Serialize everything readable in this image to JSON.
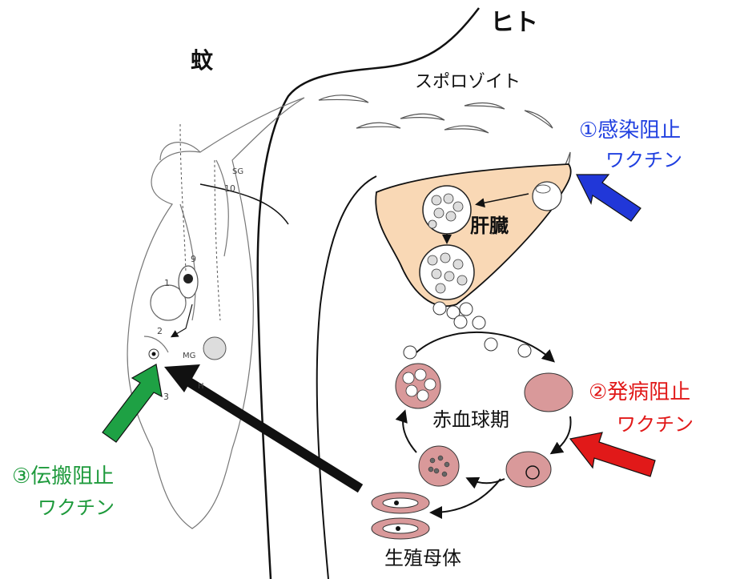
{
  "labels": {
    "mosquito": "蚊",
    "human": "ヒト",
    "sporozoite": "スポロゾイト",
    "liver": "肝臓",
    "erythrocytic_stage": "赤血球期",
    "gametocyte": "生殖母体"
  },
  "vaccines": {
    "infection_blocking": {
      "line1": "①感染阻止",
      "line2": "ワクチン",
      "color": "#1f3fe0"
    },
    "disease_blocking": {
      "line1": "②発病阻止",
      "line2": "ワクチン",
      "color": "#e11919"
    },
    "transmission_blocking": {
      "line1": "③伝搬阻止",
      "line2": "ワクチン",
      "color": "#1e9a3c"
    }
  },
  "mosquito_marks": {
    "n1": "1",
    "n2": "2",
    "n3": "3",
    "n9": "9",
    "n10": "10",
    "sg": "SG",
    "mg": "MG",
    "h": "H"
  },
  "colors": {
    "liver": "#f9d8b5",
    "rbc": "#d9999a",
    "outline": "#111111"
  }
}
